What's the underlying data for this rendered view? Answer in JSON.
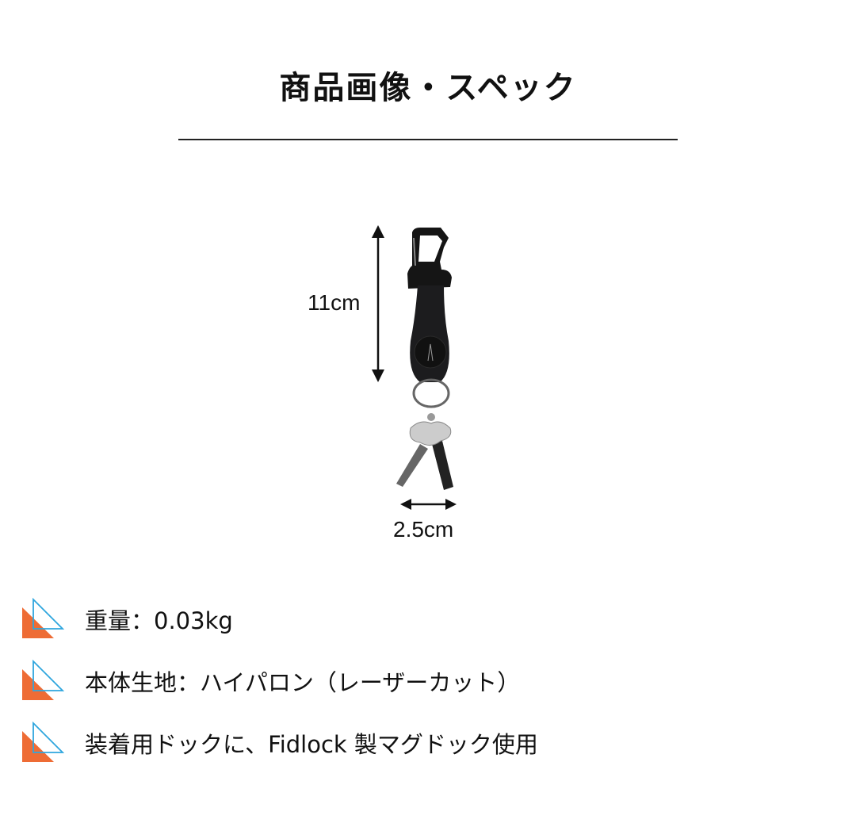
{
  "title": "商品画像・スペック",
  "dimensions": {
    "height": "11cm",
    "width": "2.5cm"
  },
  "specs": [
    {
      "icon": "triangle-bullet-icon",
      "text": "重量：0.03kg"
    },
    {
      "icon": "triangle-bullet-icon",
      "text": "本体生地：ハイパロン（レーザーカット）"
    },
    {
      "icon": "triangle-bullet-icon",
      "text": "装着用ドックに、Fidlock 製マグドック使用"
    }
  ],
  "colors": {
    "orange": "#EE6C35",
    "blue": "#2FA6DE"
  }
}
